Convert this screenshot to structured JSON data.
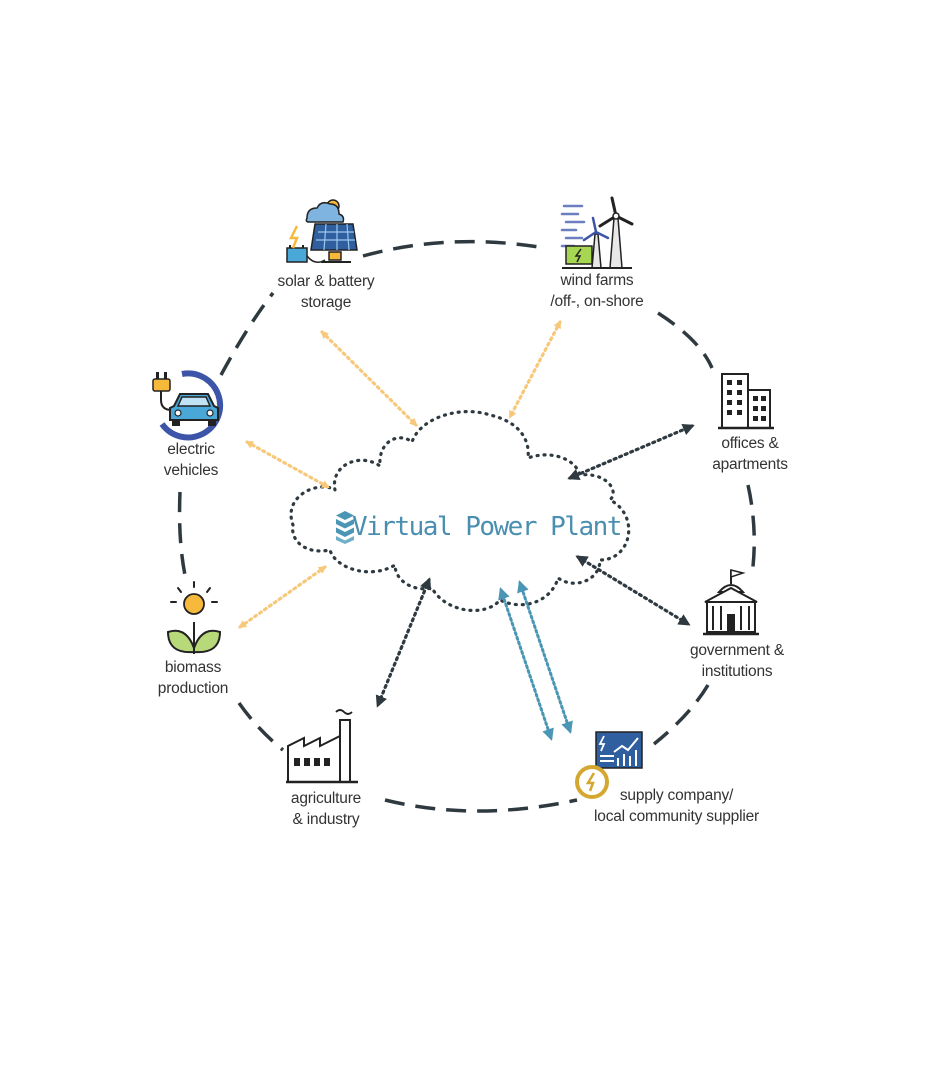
{
  "title": "Virtual Power Plant",
  "nodes": {
    "solar": [
      "solar & battery",
      "storage"
    ],
    "wind": [
      "wind farms",
      "/off-, on-shore"
    ],
    "offices": [
      "offices &",
      "apartments"
    ],
    "government": [
      "government &",
      "institutions"
    ],
    "supply": [
      "supply company/",
      "local community supplier"
    ],
    "agriculture": [
      "agriculture",
      "& industry"
    ],
    "biomass": [
      "biomass",
      "production"
    ],
    "ev": [
      "electric",
      "vehicles"
    ]
  },
  "colors": {
    "ring": "#2e3a40",
    "renewable_arrow": "#f7c87a",
    "consumer_arrow": "#2e3a40",
    "supplier_arrow": "#4a96b4",
    "title": "#4a8fb0",
    "label": "#333333"
  },
  "icons": [
    "solar-battery-icon",
    "wind-farm-icon",
    "office-building-icon",
    "government-building-icon",
    "supply-meter-icon",
    "factory-icon",
    "biomass-plant-icon",
    "electric-car-icon",
    "server-stack-icon"
  ]
}
